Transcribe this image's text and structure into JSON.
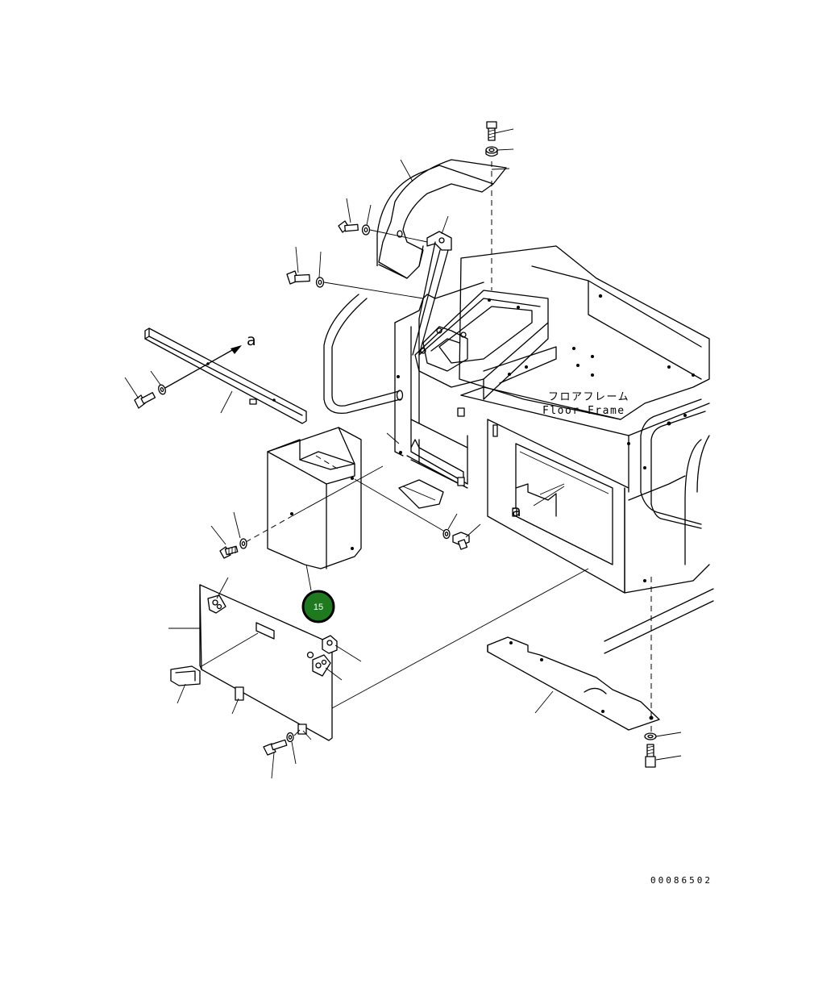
{
  "labels": {
    "floor_frame_jp": "フロアフレーム",
    "floor_frame_en": "Floor Frame",
    "detail_ref_upper": "a",
    "detail_ref_lower": "a"
  },
  "callout": {
    "number": "15",
    "color": "#1f7a1f",
    "ring_color": "#000000"
  },
  "document_number": "00086502"
}
